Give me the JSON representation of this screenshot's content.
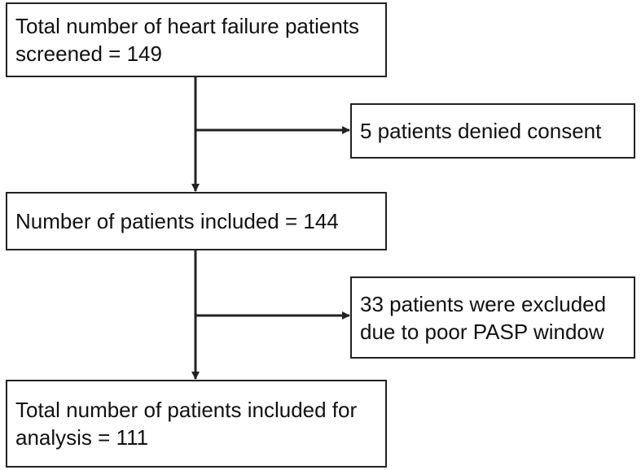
{
  "flowchart": {
    "screened": {
      "line1": "Total number of heart failure patients",
      "line2": "screened = 149"
    },
    "denied": {
      "line1": "5 patients denied consent"
    },
    "included": {
      "line1": "Number of patients included = 144"
    },
    "excluded": {
      "line1": "33 patients were excluded",
      "line2": "due to poor PASP window"
    },
    "analysis": {
      "line1": "Total number of patients included for",
      "line2": "analysis = 111"
    }
  },
  "colors": {
    "stroke": "#222222",
    "background": "#ffffff"
  }
}
